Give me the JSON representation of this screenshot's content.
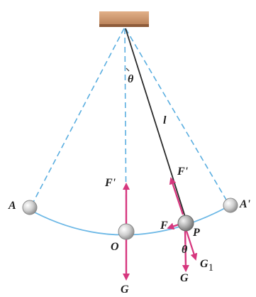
{
  "labels": {
    "theta_top": "θ",
    "length": "l",
    "force_left": "F'",
    "force_right": "F'",
    "point_a": "A",
    "point_a_prime": "A'",
    "point_o": "O",
    "point_p": "P",
    "restoring_force": "F",
    "theta_bottom": "θ",
    "gravity_left": "G",
    "gravity_right": "G",
    "gravity_component": "G",
    "gravity_component_sub": "1"
  },
  "colors": {
    "support_top": "#d9a476",
    "support_bottom": "#b7825a",
    "rope": "#2a2a2a",
    "dashed_line": "#5aaee0",
    "arc": "#6cb8e6",
    "force_arrow": "#d6377e",
    "ball_light": "#e9e9e9",
    "ball_dark": "#9b9b9b",
    "text": "#1f1f1f"
  }
}
